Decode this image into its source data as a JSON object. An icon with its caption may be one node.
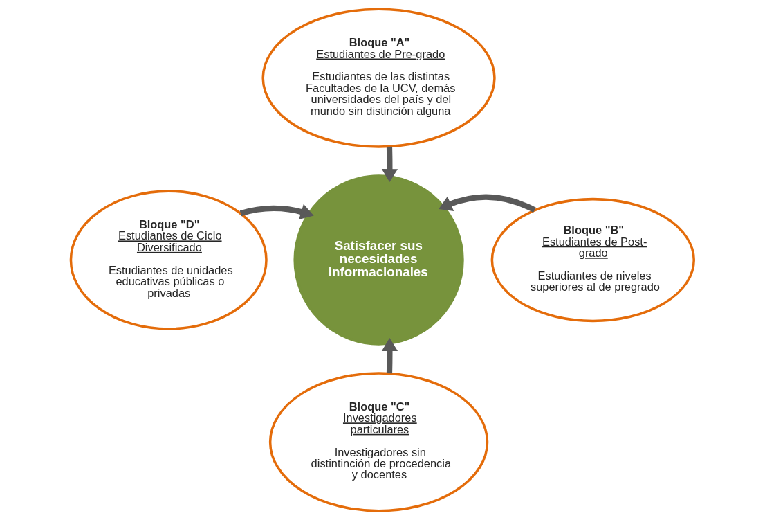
{
  "diagram": {
    "nodes": [
      {
        "text": [
          "Bloque \"A\"",
          "Estudiantes de Pre-grado",
          "Estudiantes de las distintas Facultades de la UCV, demás universidades del país y del mundo sin distinción alguna"
        ]
      },
      {
        "text": [
          "Bloque \"D\"",
          "Estudiantes de Ciclo Diversificado",
          "Estudiantes de unidades educativas públicas o privadas"
        ]
      },
      {
        "text": [
          "Satisfacer sus necesidades informacionales"
        ]
      },
      {
        "text": [
          "Bloque \"B\"",
          "Estudiantes de Post-grado",
          "Estudiantes de niveles superiores al de pregrado"
        ]
      },
      {
        "text": [
          "Bloque \"C\"",
          "Investigadores particulares",
          "Investigadores sin distintinción de procedencia y docentes"
        ]
      }
    ],
    "edges": [
      {
        "from": 0,
        "to": 2,
        "arrow": "to"
      },
      {
        "from": 1,
        "to": 2,
        "arrow": "to"
      },
      {
        "from": 3,
        "to": 2,
        "arrow": "to"
      },
      {
        "from": 4,
        "to": 2,
        "arrow": "to"
      }
    ]
  }
}
